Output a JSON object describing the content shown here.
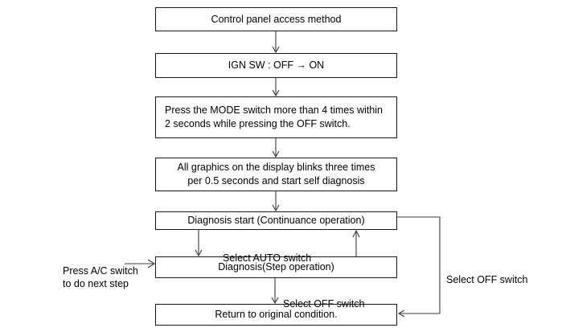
{
  "diagram": {
    "title": "Control panel access method flowchart",
    "nodes": [
      {
        "id": "n1",
        "label": "Control panel access method"
      },
      {
        "id": "n2",
        "label": "IGN SW : OFF → ON"
      },
      {
        "id": "n3",
        "label": "Press the MODE switch more than 4 times within\n2 seconds while pressing the OFF switch."
      },
      {
        "id": "n4",
        "label": "All graphics on the display blinks three times\nper 0.5 seconds and start self diagnosis"
      },
      {
        "id": "n5",
        "label": "Diagnosis start (Continuance operation)"
      },
      {
        "id": "n6",
        "label": "Diagnosis(Step operation)"
      },
      {
        "id": "n7",
        "label": "Return to original condition."
      }
    ],
    "edge_labels": [
      {
        "id": "e1",
        "label": "Select AUTO switch"
      },
      {
        "id": "e2",
        "label": "Select OFF switch"
      },
      {
        "id": "e3",
        "label": "Select OFF switch"
      }
    ],
    "annotations": [
      {
        "id": "a1",
        "label": "Press A/C switch\nto do next step"
      }
    ],
    "colors": {
      "stroke": "#3c3c3c",
      "box_border": "#1a1a1a",
      "background": "#ffffff",
      "text": "#000000"
    }
  }
}
